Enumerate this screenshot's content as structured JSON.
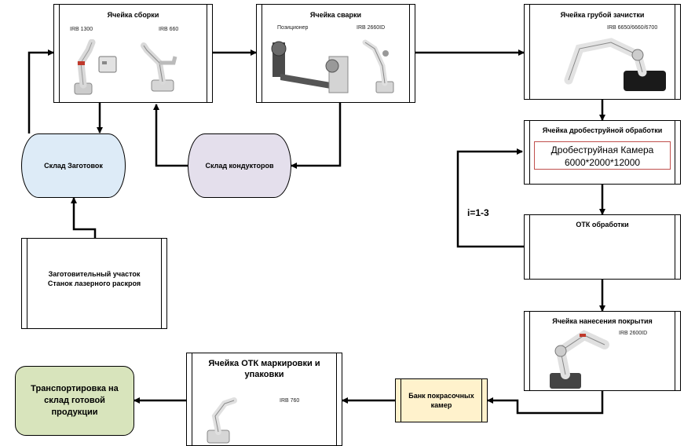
{
  "cells": {
    "assembly": {
      "title": "Ячейка сборки",
      "robot1": "IRB 1300",
      "robot2": "IRB 660"
    },
    "welding": {
      "title": "Ячейка сварки",
      "positioner": "Позиционер",
      "robot": "IRB 2660ID"
    },
    "rough_cleaning": {
      "title": "Ячейка грубой зачистки",
      "robot": "IRB 6650/6660/6700"
    },
    "shot_blasting": {
      "title": "Ячейка дробеструйной обработки",
      "camera_line1": "Дробеструйная Камера",
      "camera_line2": "6000*2000*12000"
    },
    "qc_processing": {
      "title": "ОТК обработки"
    },
    "coating": {
      "title": "Ячейка нанесения покрытия",
      "robot": "IRB 2600ID"
    },
    "qc_packaging": {
      "title_line1": "Ячейка ОТК  маркировки и",
      "title_line2": "упаковки",
      "robot": "IRB 760"
    },
    "prep_area": {
      "line1": "Заготовительный участок",
      "line2": "Станок лазерного раскроя"
    }
  },
  "storage": {
    "blanks": "Склад Заготовок",
    "fixtures": "Склад кондукторов",
    "paint_bank_line1": "Банк покрасочных",
    "paint_bank_line2": "камер",
    "transport_line1": "Транспортировка  на",
    "transport_line2": "склад готовой",
    "transport_line3": "продукции"
  },
  "loop_label": "i=1-3",
  "colors": {
    "blanks_fill": "#ddebf7",
    "fixtures_fill": "#e4dfec",
    "paint_bank_fill": "#fff2cc",
    "transport_fill": "#d8e4bc",
    "camera_border": "#c0504d"
  }
}
